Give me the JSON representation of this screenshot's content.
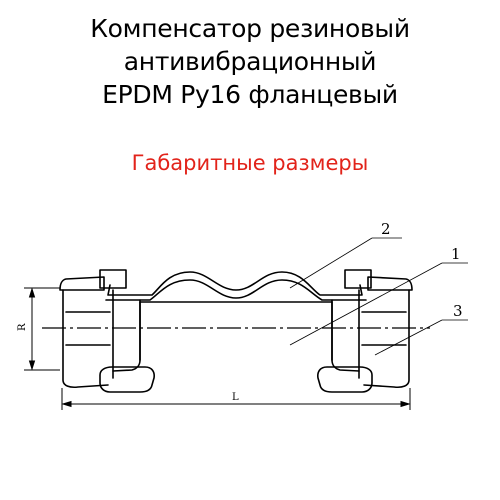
{
  "title": {
    "line1": "Компенсатор резиновый",
    "line2": "антивибрационный",
    "line3": "EPDM Ру16 фланцевый"
  },
  "subtitle": "Габаритные размеры",
  "colors": {
    "subtitle": "#e2231a",
    "lines": "#000000"
  },
  "drawing": {
    "dimension_height_label": "R",
    "dimension_length_label": "L",
    "callouts": [
      "1",
      "2",
      "3"
    ]
  }
}
